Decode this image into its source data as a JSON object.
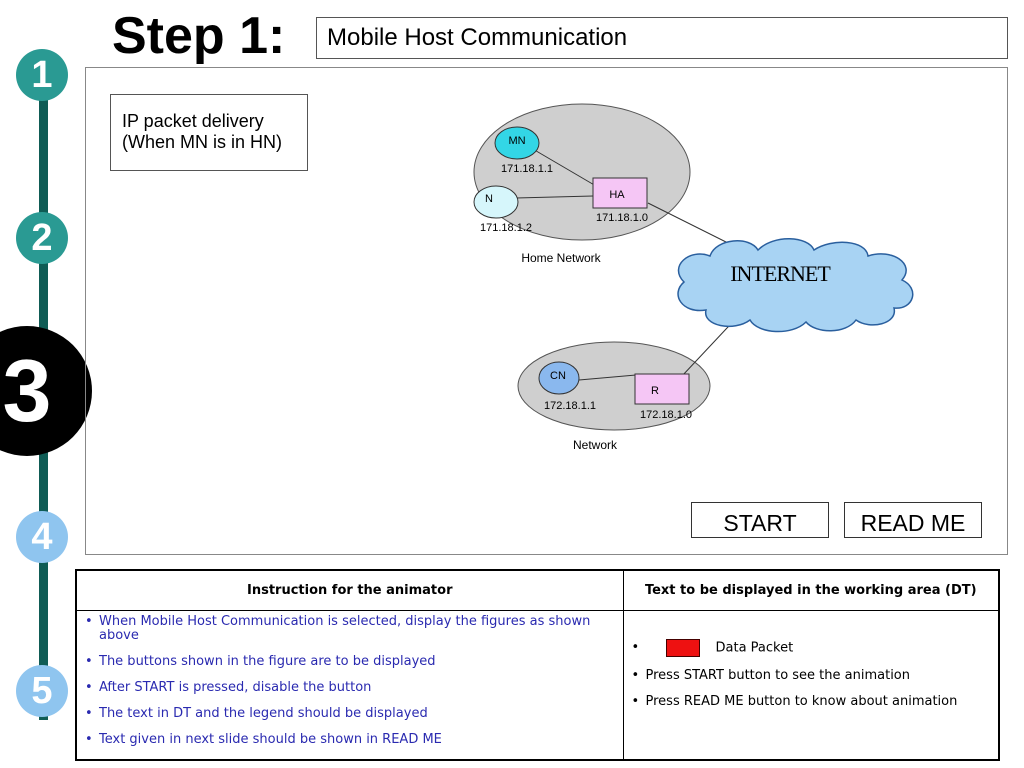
{
  "rail": {
    "steps": [
      "1",
      "2",
      "3",
      "4",
      "5"
    ],
    "colors": {
      "done": "#2a9a93",
      "current": "#000000",
      "upcoming": "#8fc5ef",
      "line": "#0f5c55"
    }
  },
  "header": {
    "heading": "Step 1:",
    "title": "Mobile Host Communication"
  },
  "work_area": {
    "description_line1": "IP packet delivery",
    "description_line2": "(When MN is in HN)",
    "diagram": {
      "home_network_label": "Home Network",
      "network_label": "Network",
      "internet_label": "INTERNET",
      "nodes": {
        "mn": {
          "label": "MN",
          "ip": "171.18.1.1"
        },
        "n": {
          "label": "N",
          "ip": "171.18.1.2"
        },
        "ha": {
          "label": "HA",
          "ip": "171.18.1.0"
        },
        "cn": {
          "label": "CN",
          "ip": "172.18.1.1"
        },
        "r": {
          "label": "R",
          "ip": "172.18.1.0"
        }
      },
      "colors": {
        "network_fill": "#cfcfcf",
        "mn_fill": "#33d6e6",
        "n_fill": "#d6f6fb",
        "cn_fill": "#8ab8ee",
        "router_fill": "#f5c6f5",
        "cloud_fill": "#a8d3f3"
      }
    },
    "start_label": "START",
    "readme_label": "READ ME"
  },
  "table": {
    "header_left": "Instruction for the animator",
    "header_right": "Text to be displayed in the working area (DT)",
    "instructions": [
      "When Mobile Host Communication is selected, display the figures as shown above",
      "The buttons shown in the figure are to be displayed",
      "After START is pressed, disable the button",
      "The text in DT and the legend should be displayed",
      "Text given in next slide should be shown in READ ME"
    ],
    "dt": {
      "legend_label": "Data Packet",
      "legend_color": "#ee1111",
      "items": [
        "Press START button to see the  animation",
        "Press READ ME button to know about animation"
      ]
    }
  }
}
